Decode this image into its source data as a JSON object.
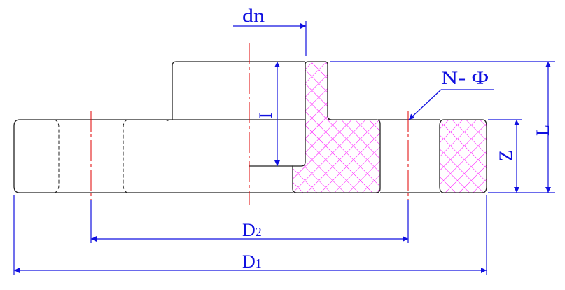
{
  "title": "Flange cross-section dimension drawing",
  "labels": {
    "dn": "dn",
    "I": "I",
    "N_phi": "N- Φ",
    "L": "L",
    "Z": "Z",
    "D2_main": "D",
    "D2_sub": "2",
    "D1_main": "D",
    "D1_sub": "1"
  },
  "colors": {
    "outline": "#222222",
    "dimension": "#1010e0",
    "centerline": "#e00000",
    "hatch": "#ff00ff"
  }
}
